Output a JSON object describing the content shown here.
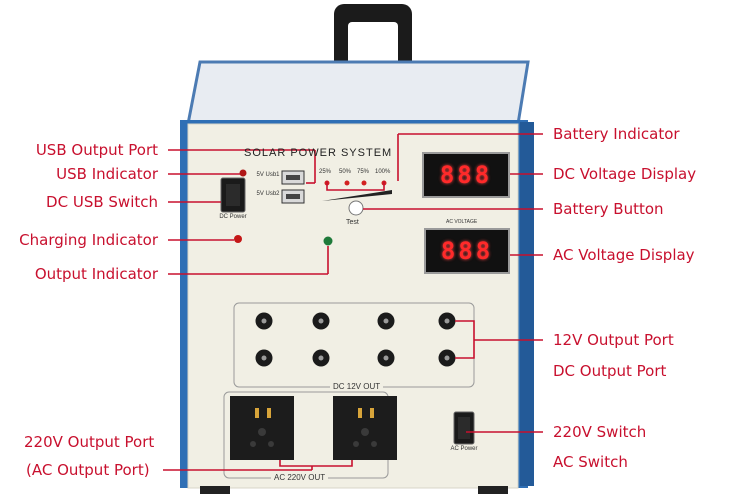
{
  "panel": {
    "title": "SOLAR POWER SYSTEM",
    "usb1": "5V Usb1",
    "usb2": "5V Usb2",
    "dc_power": "DC Power",
    "ac_power": "AC Power",
    "test": "Test",
    "ac_voltage": "AC VOLTAGE",
    "dc_12v_out": "DC 12V OUT",
    "ac_220v_out": "AC 220V OUT",
    "battery_levels": [
      "25%",
      "50%",
      "75%",
      "100%"
    ],
    "dc_display": "888",
    "ac_display": "888"
  },
  "callouts": {
    "usb_output_port": "USB Output Port",
    "usb_indicator": "USB Indicator",
    "dc_usb_switch": "DC USB Switch",
    "charging_indicator": "Charging Indicator",
    "output_indicator": "Output Indicator",
    "ac_output_port_220v": "220V Output Port",
    "ac_output_port": "(AC Output Port)",
    "battery_indicator": "Battery Indicator",
    "dc_voltage_display": "DC Voltage Display",
    "battery_button": "Battery Button",
    "ac_voltage_display": "AC Voltage Display",
    "output_port_12v": "12V Output Port",
    "dc_output_port": "DC Output Port",
    "switch_220v": "220V Switch",
    "ac_switch": "AC Switch"
  },
  "colors": {
    "callout": "#c8102e",
    "casing": "#2f6fb5",
    "panel": "#f1efe4",
    "led": "#ff2a2a"
  }
}
